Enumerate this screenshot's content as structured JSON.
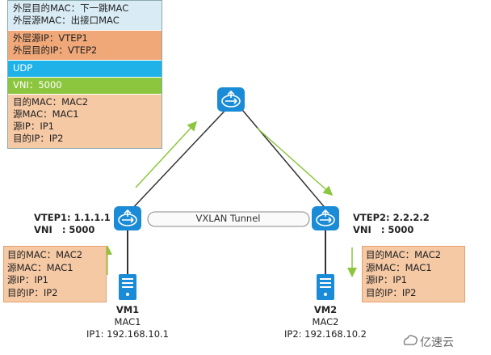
{
  "outer_header": {
    "outer_mac": [
      "外层目的MAC：下一跳MAC",
      "外层源MAC：出接口MAC"
    ],
    "outer_ip": [
      "外层源IP：VTEP1",
      "外层目的IP：VTEP2"
    ],
    "udp": "UDP",
    "vni": "VNI：5000",
    "inner": [
      "目的MAC：MAC2",
      "源MAC：MAC1",
      "源IP：IP1",
      "目的IP：IP2"
    ]
  },
  "vtep1": {
    "line1": "VTEP1: 1.1.1.1",
    "line2": "VNI   : 5000"
  },
  "vtep2": {
    "line1": "VTEP2: 2.2.2.2",
    "line2": "VNI   : 5000"
  },
  "tunnel": {
    "label": "VXLAN Tunnel"
  },
  "left_packet": [
    "目的MAC：MAC2",
    "源MAC：MAC1",
    "源IP：IP1",
    "目的IP：IP2"
  ],
  "right_packet": [
    "目的MAC：MAC2",
    "源MAC：MAC1",
    "源IP：IP1",
    "目的IP：IP2"
  ],
  "vm1": {
    "name": "VM1",
    "mac": "MAC1",
    "ip": "IP1: 192.168.10.1"
  },
  "vm2": {
    "name": "VM2",
    "mac": "MAC2",
    "ip": "IP2: 192.168.10.2"
  },
  "watermark": "亿速云",
  "colors": {
    "router_blue": "#1a8bd6",
    "arrow_green": "#8cc63f",
    "outer_ip": "#f0a878",
    "udp": "#1fb2e8",
    "vni": "#8cc63f",
    "inner": "#f6c9a5"
  }
}
